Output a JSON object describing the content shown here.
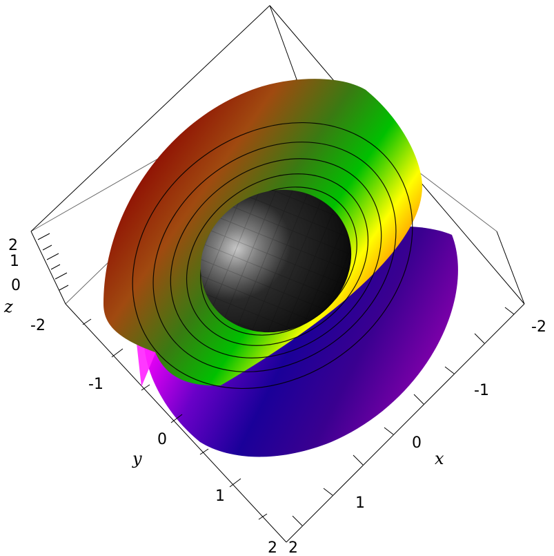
{
  "chart_data": {
    "type": "surface3d",
    "title": "",
    "axes": {
      "x": {
        "label": "x",
        "ticks": [
          "-2",
          "-1",
          "0",
          "1",
          "2"
        ],
        "range": [
          -2,
          2
        ]
      },
      "y": {
        "label": "y",
        "ticks": [
          "-2",
          "-1",
          "0",
          "1",
          "2"
        ],
        "range": [
          -2,
          2
        ]
      },
      "z": {
        "label": "z",
        "ticks": [
          "0",
          "1",
          "2"
        ],
        "range": [
          0,
          2
        ]
      }
    },
    "surfaces": [
      {
        "kind": "shaded-sphere",
        "color": "#111111"
      },
      {
        "kind": "rainbow-annulus",
        "colors": [
          "#8b0000",
          "#3a7a12",
          "#00c000",
          "#ffff00",
          "#ff3300",
          "#0000b0",
          "#6a00a8",
          "#ff00ff"
        ]
      }
    ],
    "grid": false
  }
}
